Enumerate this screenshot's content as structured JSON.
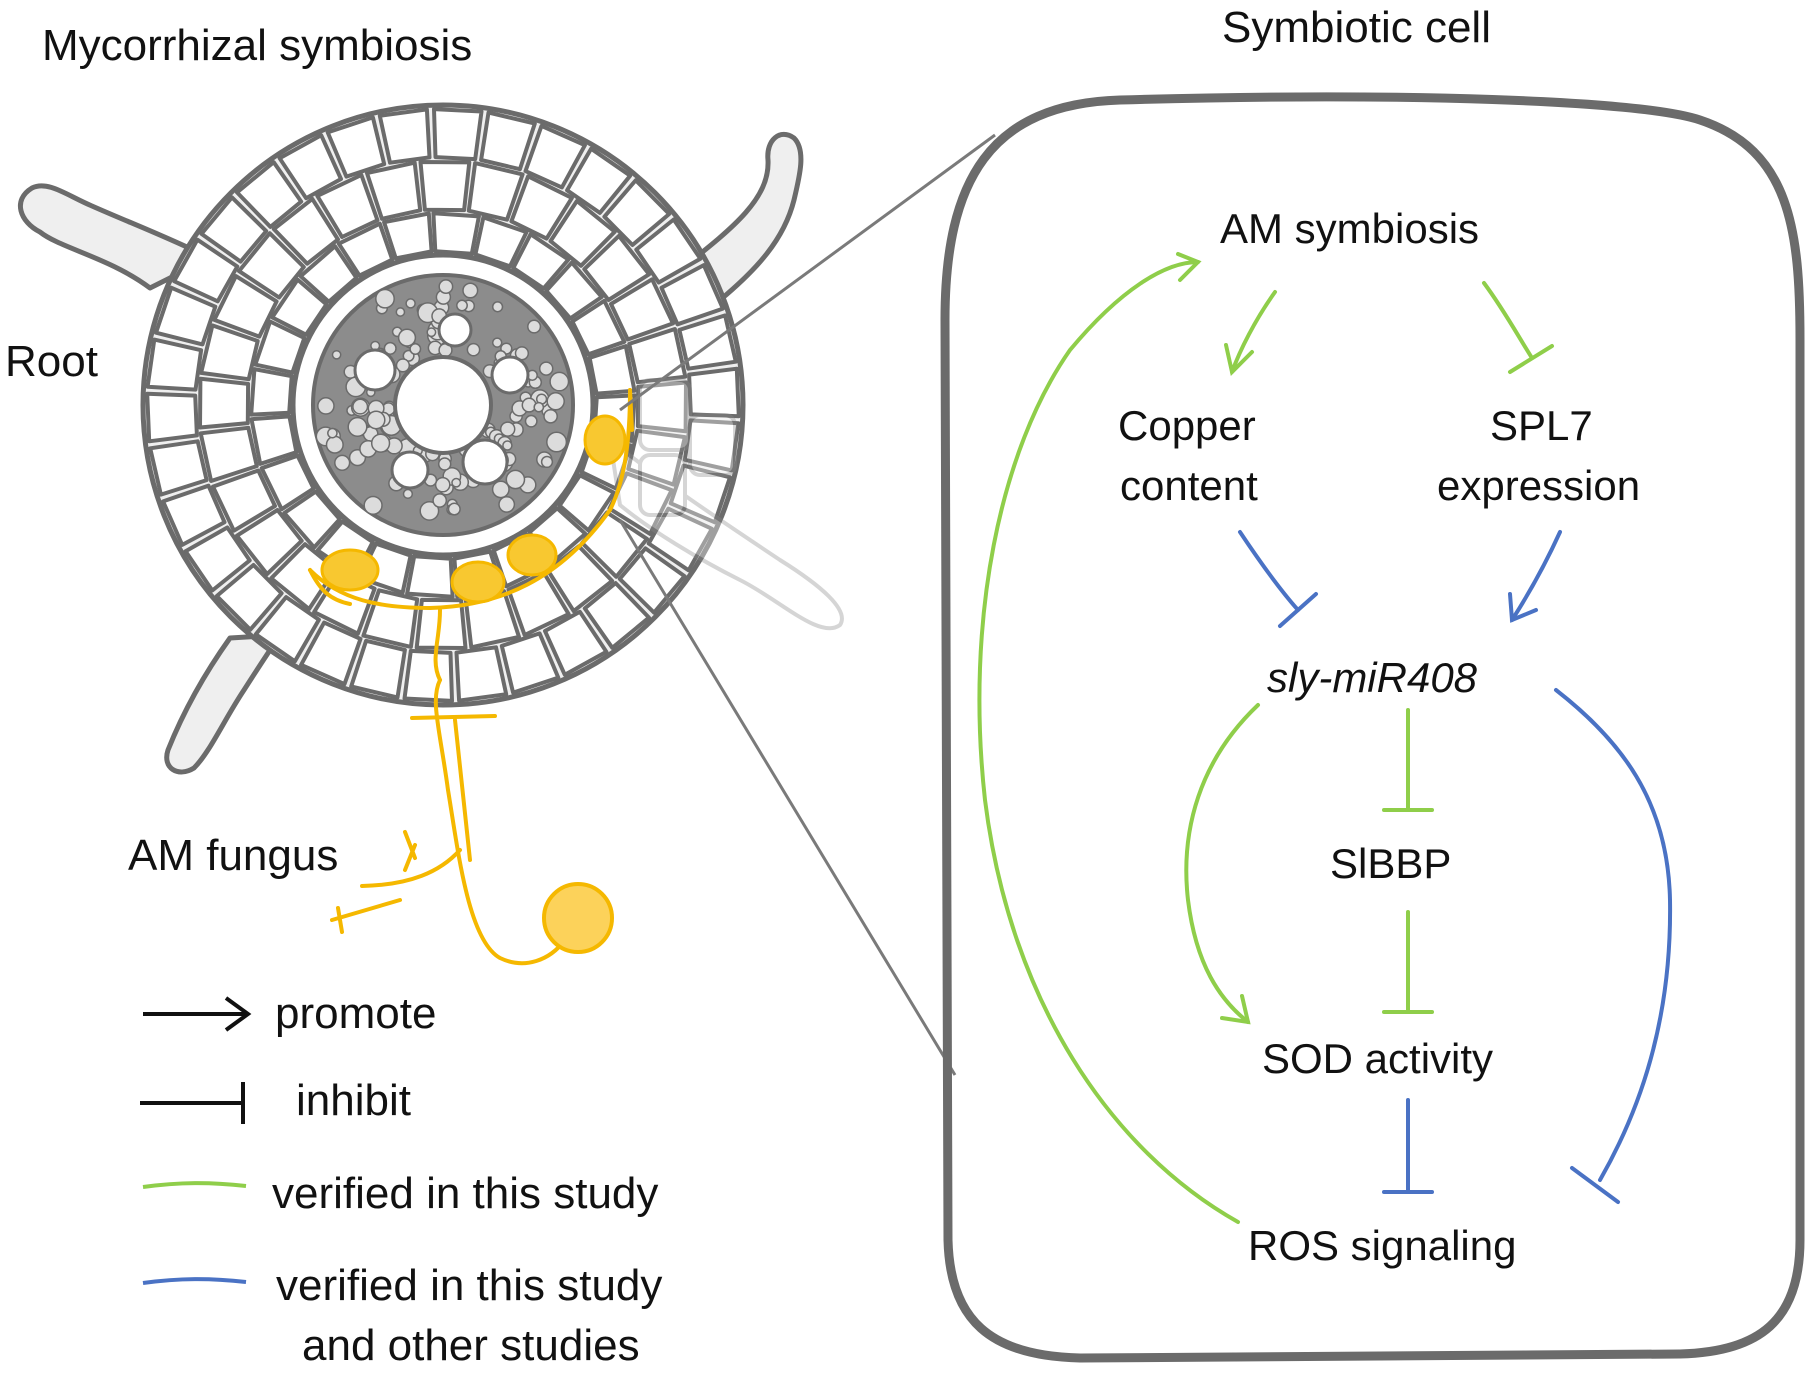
{
  "left_panel": {
    "title": "Mycorrhizal symbiosis",
    "root_label": "Root",
    "fungus_label": "AM fungus"
  },
  "legend": {
    "promote": "promote",
    "inhibit": "inhibit",
    "green_line": "verified in this study",
    "blue_line_1": "verified in this study",
    "blue_line_2": "and other studies"
  },
  "right_panel": {
    "title": "Symbiotic cell",
    "nodes": {
      "am_symbiosis": "AM symbiosis",
      "copper_1": "Copper",
      "copper_2": "content",
      "spl7_1": "SPL7",
      "spl7_2": "expression",
      "mir408": "sly-miR408",
      "slbbp": "SlBBP",
      "sod": "SOD activity",
      "ros": "ROS signaling"
    }
  },
  "colors": {
    "green": "#8fce4a",
    "blue": "#4a72c4",
    "fungus": "#f5b800",
    "outline": "#6b6b6b"
  }
}
